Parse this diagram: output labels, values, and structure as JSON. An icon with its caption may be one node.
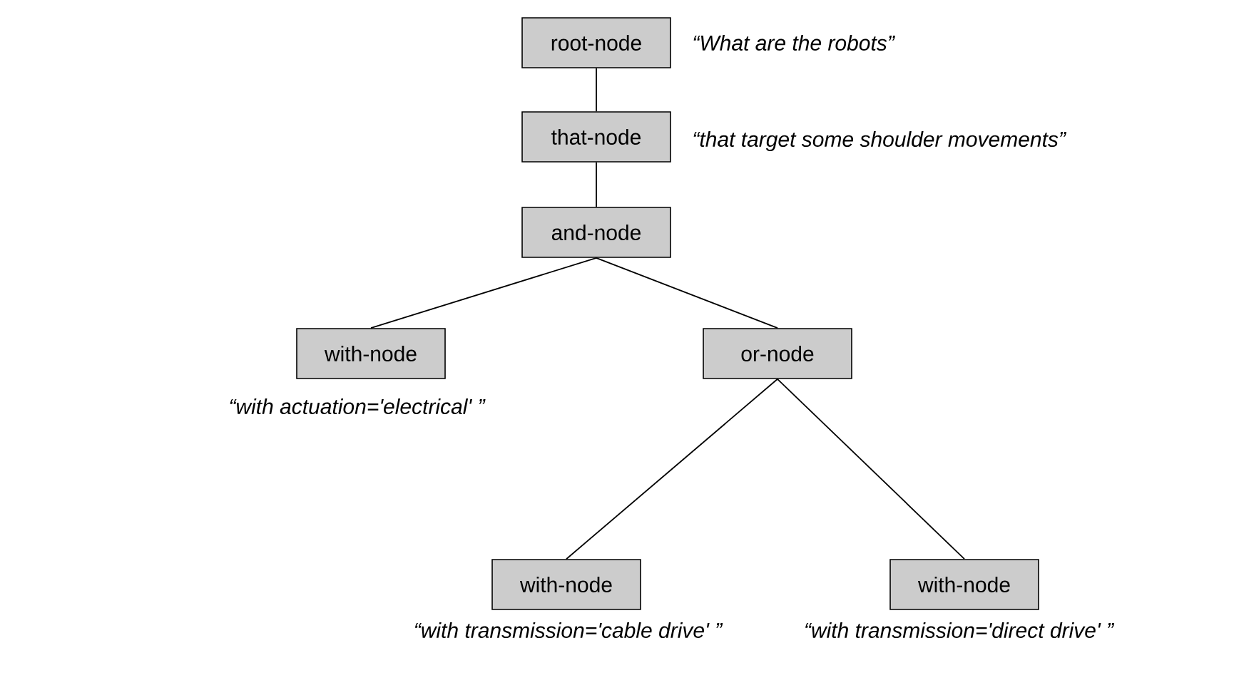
{
  "diagram": {
    "nodes": [
      {
        "text": [
          "root-node"
        ],
        "beside": [
          "“What are the robots”"
        ]
      },
      {
        "text": [
          "that-node"
        ],
        "beside": [
          "“that target some shoulder movements”"
        ]
      },
      {
        "text": [
          "and-node"
        ]
      },
      {
        "text": [
          "with-node"
        ],
        "beside": [
          "“with actuation='electrical' ”"
        ]
      },
      {
        "text": [
          "or-node"
        ]
      },
      {
        "text": [
          "with-node"
        ],
        "beside": [
          "“with transmission='cable drive' ”"
        ]
      },
      {
        "text": [
          "with-node"
        ],
        "beside": [
          "“with transmission='direct drive' ”"
        ]
      }
    ],
    "edges": [
      {
        "from": 0,
        "to": 1,
        "arrow": "none"
      },
      {
        "from": 1,
        "to": 2,
        "arrow": "none"
      },
      {
        "from": 2,
        "to": 3,
        "arrow": "none"
      },
      {
        "from": 2,
        "to": 4,
        "arrow": "none"
      },
      {
        "from": 4,
        "to": 5,
        "arrow": "none"
      },
      {
        "from": 4,
        "to": 6,
        "arrow": "none"
      }
    ]
  }
}
